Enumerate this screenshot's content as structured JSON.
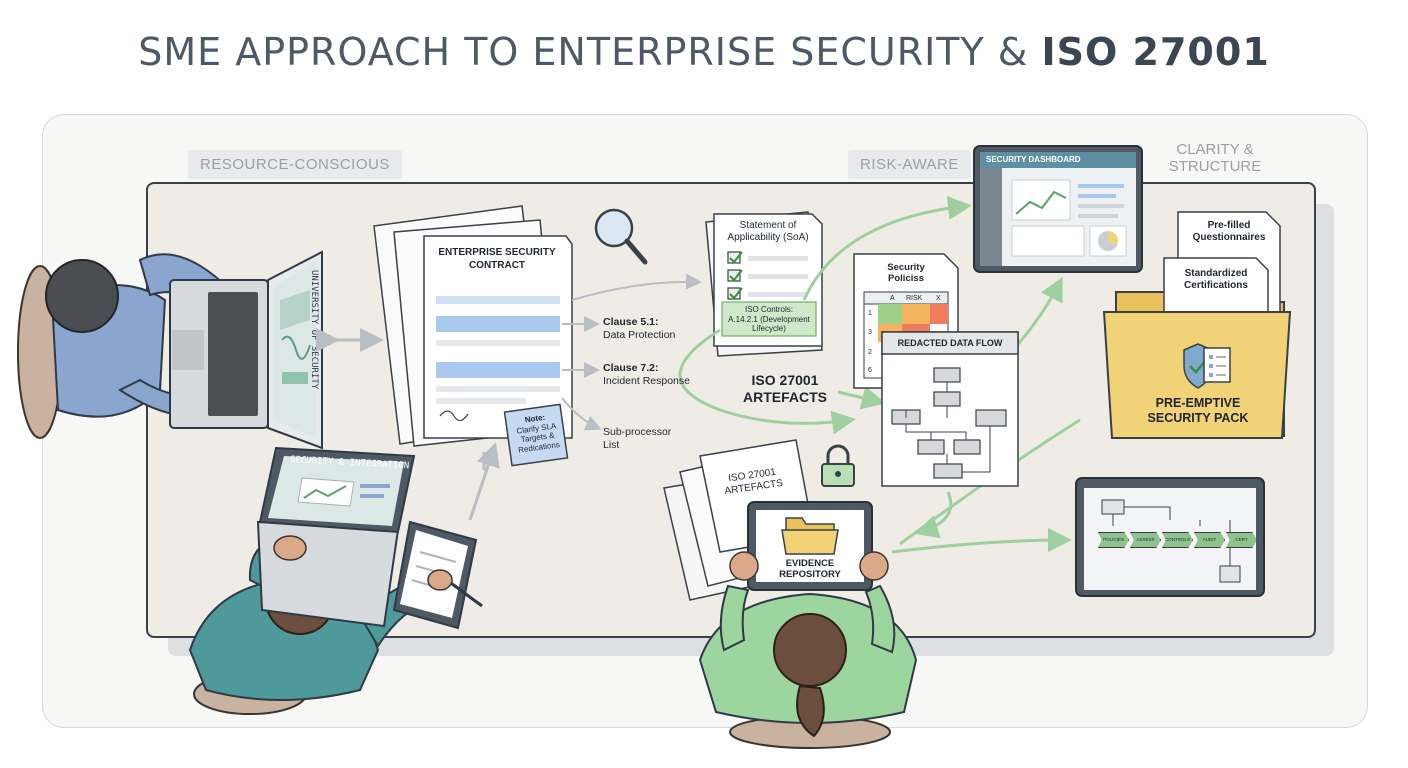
{
  "title": {
    "main": "SME APPROACH TO ENTERPRISE SECURITY & ",
    "bold": "ISO 27001"
  },
  "sections": {
    "resource": "RESOURCE-CONSCIOUS",
    "risk": "RISK-AWARE",
    "clarity_line1": "CLARITY &",
    "clarity_line2": "STRUCTURE"
  },
  "contract": {
    "title_line1": "ENTERPRISE SECURITY",
    "title_line2": "CONTRACT",
    "clause51_title": "Clause 5.1:",
    "clause51_text": "Data Protection",
    "clause72_title": "Clause 7.2:",
    "clause72_text": "Incident Response",
    "subproc_line1": "Sub-processor",
    "subproc_line2": "List",
    "note_line1": "Note:",
    "note_line2": "Clarify SLA",
    "note_line3": "Targets &",
    "note_line4": "Redications"
  },
  "soa": {
    "title_line1": "Statement of",
    "title_line2": "Applicability (SoA)",
    "controls_line1": "ISO Controls:",
    "controls_line2": "A.14.2.1 (Development",
    "controls_line3": "Lifecycle)"
  },
  "policies": {
    "title_line1": "Security",
    "title_line2": "Policiss",
    "col_a": "A",
    "col_risk": "RISK",
    "col_x": "X",
    "row1": "1",
    "row2": "3",
    "row3": "2",
    "row4": "6"
  },
  "dataflow": {
    "title": "REDACTED DATA FLOW"
  },
  "artefacts": {
    "line1": "ISO 27001",
    "line2": "ARTEFACTS"
  },
  "artefacts_doc": {
    "line1": "ISO 27001",
    "line2": "ARTEFACTS"
  },
  "dashboard": {
    "title": "SECURITY DASHBOARD"
  },
  "questionnaires": {
    "line1": "Pre-filled",
    "line2": "Questionnaires"
  },
  "certifications": {
    "line1": "Standardized",
    "line2": "Certifications"
  },
  "pack": {
    "line1": "PRE-EMPTIVE",
    "line2": "SECURITY PACK"
  },
  "evidence": {
    "line1": "EVIDENCE",
    "line2": "REPOSITORY"
  },
  "laptop_screen_text": "UNIVERSITY OF SECURITY",
  "laptop2_screen_text": "SECURITY & INTEGRATION",
  "workflow_steps": [
    "POLICIES",
    "ASSESS RISK",
    "CONTROLS",
    "AUDIT",
    "CERT"
  ],
  "colors": {
    "accent_blue": "#6f9fd6",
    "accent_green": "#9fcf9f",
    "folder_yellow": "#f2d276",
    "risk_red": "#ef7c5c",
    "risk_orange": "#f4b35e",
    "risk_green": "#9fd08a"
  }
}
